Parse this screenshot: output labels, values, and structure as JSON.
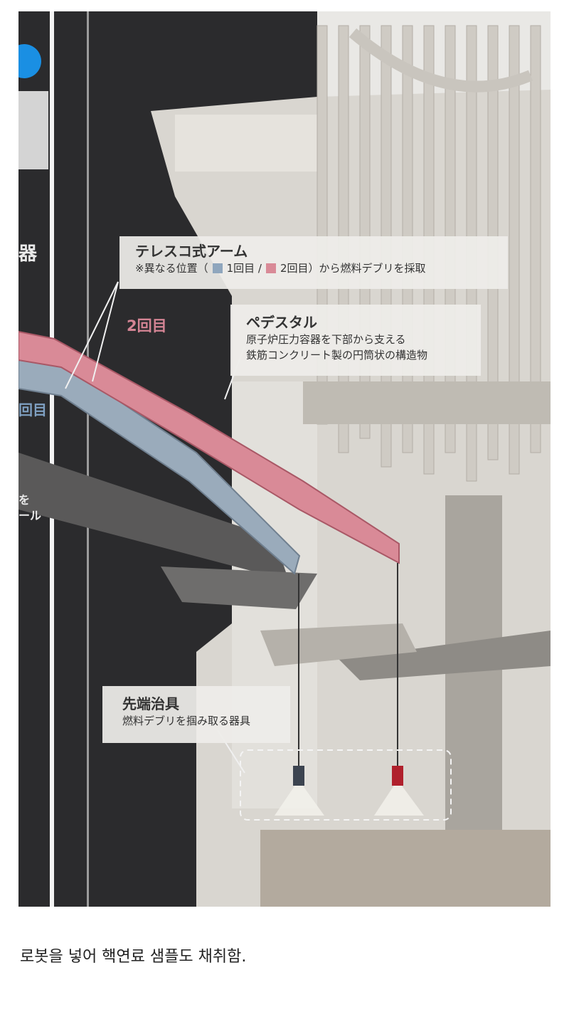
{
  "callouts": {
    "telescopic": {
      "title": "テレスコ式アーム",
      "note_prefix": "※異なる位置（",
      "note_first": "1回目 /",
      "note_second": "2回目）から燃料デブリを採取"
    },
    "pedestal": {
      "title": "ペデスタル",
      "line1": "原子炉圧力容器を下部から支える",
      "line2": "鉄筋コンクリート製の円筒状の構造物"
    },
    "end_tool": {
      "title": "先端治具",
      "line1": "燃料デブリを掴み取る器具"
    }
  },
  "labels": {
    "second": "2回目",
    "first_partial": "回目",
    "left_partial_char": "器",
    "left_partial_line1": "を",
    "left_partial_line2": "ール"
  },
  "caption": "로봇을 넣어 핵연료 샘플도 채취함.",
  "colors": {
    "first_attempt": "#8fa6bd",
    "second_attempt": "#d98a97",
    "accent_blue": "#1a8fe3",
    "dark_wall": "#2b2b2d"
  }
}
